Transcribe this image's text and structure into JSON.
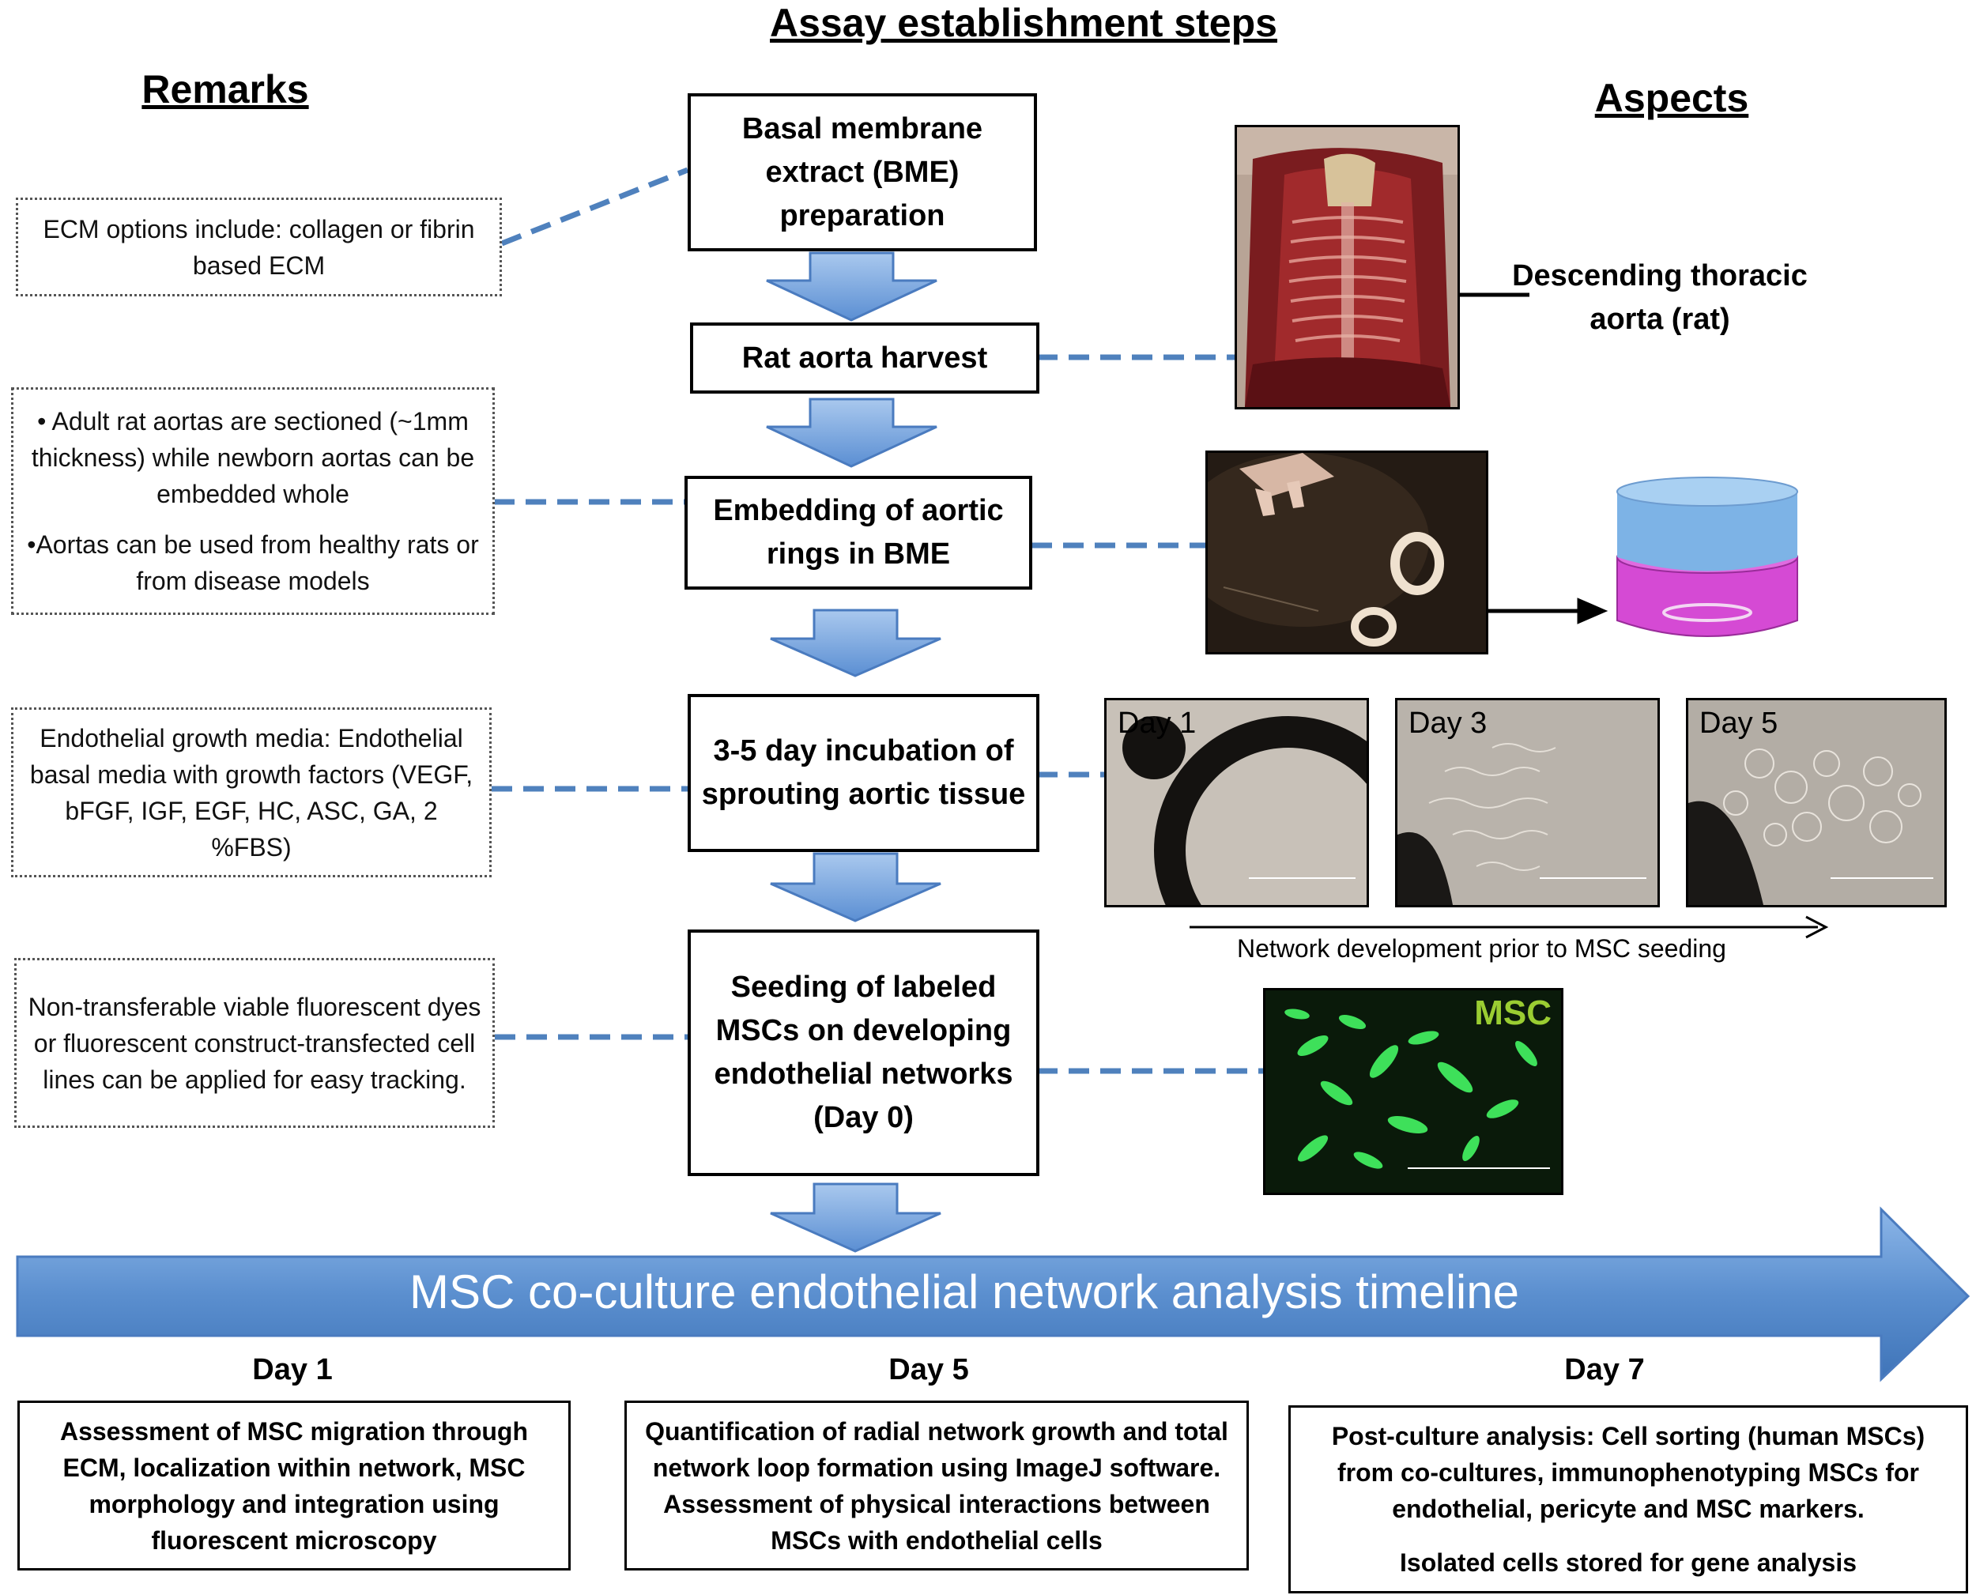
{
  "headings": {
    "main": "Assay establishment steps",
    "remarks": "Remarks",
    "aspects": "Aspects"
  },
  "steps": [
    "Basal membrane extract (BME) preparation",
    "Rat aorta harvest",
    "Embedding of aortic rings in BME",
    "3-5 day incubation of sprouting aortic tissue",
    "Seeding of labeled MSCs on developing endothelial networks (Day 0)"
  ],
  "remarks": {
    "ecm": "ECM options include: collagen or fibrin based ECM",
    "aortas_1": "• Adult rat aortas are sectioned (~1mm thickness) while newborn aortas can be embedded whole",
    "aortas_2": "•Aortas can be used from healthy rats or from disease models",
    "media": "Endothelial growth media: Endothelial basal media with growth factors  (VEGF, bFGF, IGF, EGF, HC, ASC, GA, 2 %FBS)",
    "dyes": "Non-transferable viable fluorescent dyes or fluorescent construct-transfected cell lines can be applied for easy tracking."
  },
  "aspects": {
    "aorta_annotation": "Descending thoracic aorta (rat)",
    "day_tags": [
      "Day 1",
      "Day 3",
      "Day 5"
    ],
    "network_caption": "Network development prior to MSC seeding",
    "msc_tag": "MSC"
  },
  "timeline": {
    "title": "MSC co-culture endothelial network analysis timeline",
    "days": [
      "Day 1",
      "Day 5",
      "Day 7"
    ],
    "boxes": [
      {
        "lines": [
          "Assessment of MSC migration through ECM,  localization within network, MSC morphology and integration using fluorescent microscopy"
        ]
      },
      {
        "lines": [
          "Quantification of radial network growth and total network loop formation using ImageJ software. Assessment of physical interactions between  MSCs with endothelial cells"
        ]
      },
      {
        "lines": [
          "Post-culture analysis: Cell sorting (human MSCs) from co-cultures, immunophenotyping  MSCs for endothelial, pericyte and MSC markers.",
          "Isolated cells stored for gene analysis"
        ]
      }
    ]
  },
  "colors": {
    "arrow_fill": "#6f9fda",
    "arrow_stroke": "#4a7bbf",
    "dash": "#4f81bd",
    "timeline_fill": "#5b8fcf",
    "msc_label": "#9acd32",
    "dish_top": "#7db3e6",
    "dish_bottom": "#d54ad4"
  }
}
